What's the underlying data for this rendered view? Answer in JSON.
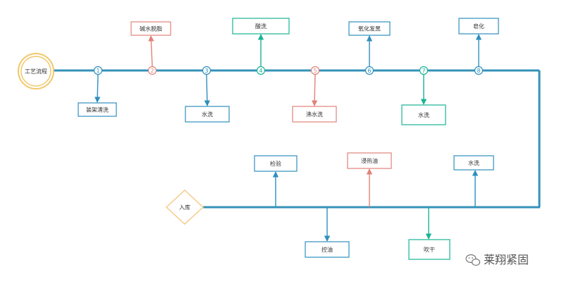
{
  "start": {
    "label": "工艺流程"
  },
  "colors": {
    "main_line": "#3592b7",
    "step_blue": "#2f8fbf",
    "step_red": "#e0827a",
    "step_teal": "#19b394",
    "start_node": "#f2c869",
    "end_node": "#f6c98a"
  },
  "steps": [
    {
      "num": "1",
      "label": "装架清洗",
      "position": "below",
      "color": "#2f8fbf"
    },
    {
      "num": "2",
      "label": "碱水脱脂",
      "position": "above",
      "color": "#e0827a"
    },
    {
      "num": "3",
      "label": "水洗",
      "position": "below",
      "color": "#2f8fbf"
    },
    {
      "num": "4",
      "label": "酸洗",
      "position": "above",
      "color": "#19b394"
    },
    {
      "num": "5",
      "label": "沸水洗",
      "position": "below",
      "color": "#e0827a"
    },
    {
      "num": "6",
      "label": "氧化发黑",
      "position": "above",
      "color": "#2f8fbf"
    },
    {
      "num": "7",
      "label": "水洗",
      "position": "below",
      "color": "#19b394"
    },
    {
      "num": "8",
      "label": "皂化",
      "position": "above",
      "color": "#2f8fbf"
    }
  ],
  "return_steps": [
    {
      "label": "水洗",
      "position": "above",
      "color": "#2f8fbf"
    },
    {
      "label": "吹干",
      "position": "below",
      "color": "#19b394"
    },
    {
      "label": "浸热油",
      "position": "above",
      "color": "#e0827a"
    },
    {
      "label": "控油",
      "position": "below",
      "color": "#2f8fbf"
    },
    {
      "label": "检验",
      "position": "above",
      "color": "#2f8fbf"
    }
  ],
  "end": {
    "label": "入库"
  },
  "watermark": {
    "text": "莱翔紧固",
    "icon": "wechat-icon"
  }
}
